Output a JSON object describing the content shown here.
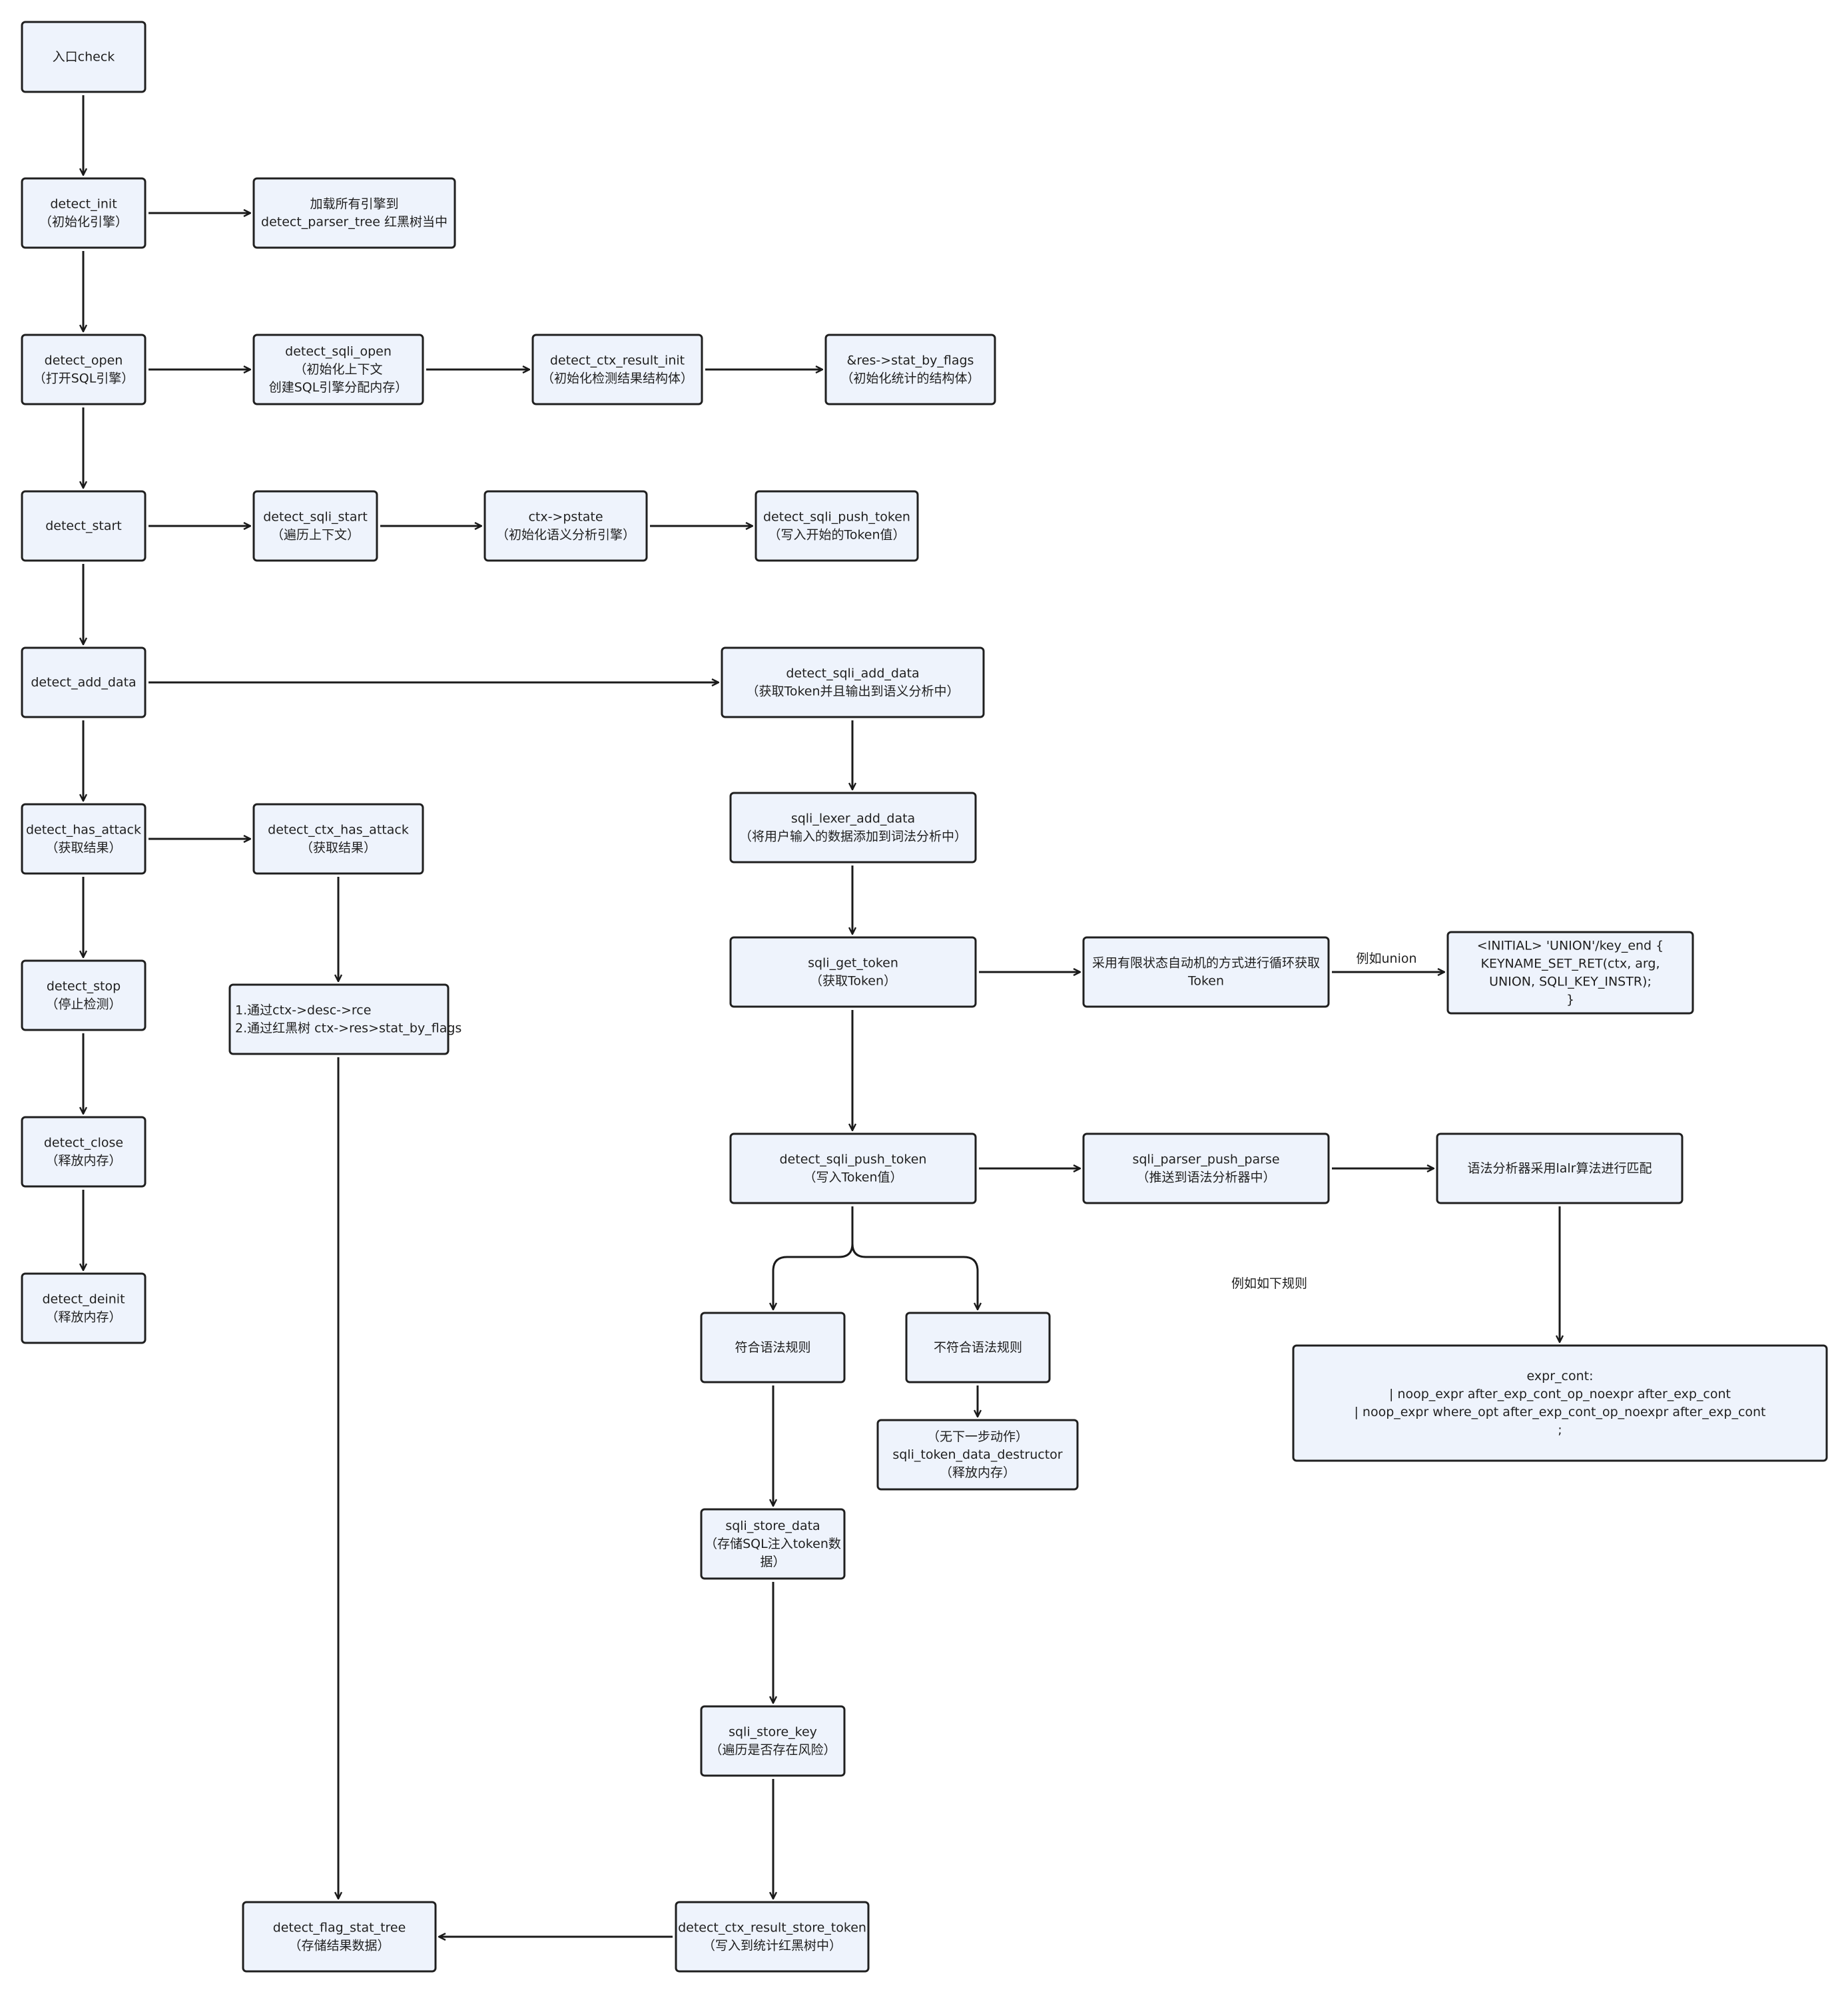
{
  "diagram": {
    "nodes": [
      {
        "id": "entry",
        "lines": [
          "入口check"
        ]
      },
      {
        "id": "init",
        "lines": [
          "detect_init",
          "（初始化引擎）"
        ]
      },
      {
        "id": "load",
        "lines": [
          "加载所有引擎到",
          "detect_parser_tree 红黑树当中"
        ]
      },
      {
        "id": "open",
        "lines": [
          "detect_open",
          "（打开SQL引擎）"
        ]
      },
      {
        "id": "sqli_open",
        "lines": [
          "detect_sqli_open",
          "（初始化上下文",
          "创建SQL引擎分配内存）"
        ]
      },
      {
        "id": "ctx_result_init",
        "lines": [
          "detect_ctx_result_init",
          "（初始化检测结果结构体）"
        ]
      },
      {
        "id": "stat_by_flags",
        "lines": [
          "&res->stat_by_flags",
          "（初始化统计的结构体）"
        ]
      },
      {
        "id": "start",
        "lines": [
          "detect_start"
        ]
      },
      {
        "id": "sqli_start",
        "lines": [
          "detect_sqli_start",
          "（遍历上下文）"
        ]
      },
      {
        "id": "pstate",
        "lines": [
          "ctx->pstate",
          "（初始化语义分析引擎）"
        ]
      },
      {
        "id": "push_token_init",
        "lines": [
          "detect_sqli_push_token",
          "（写入开始的Token值）"
        ]
      },
      {
        "id": "add_data",
        "lines": [
          "detect_add_data"
        ]
      },
      {
        "id": "sqli_add_data",
        "lines": [
          "detect_sqli_add_data",
          "（获取Token并且输出到语义分析中）"
        ]
      },
      {
        "id": "has_attack",
        "lines": [
          "detect_has_attack",
          "（获取结果）"
        ]
      },
      {
        "id": "ctx_has_attack",
        "lines": [
          "detect_ctx_has_attack",
          "（获取结果）"
        ]
      },
      {
        "id": "lexer_add",
        "lines": [
          "sqli_lexer_add_data",
          "（将用户输入的数据添加到词法分析中）"
        ]
      },
      {
        "id": "get_token",
        "lines": [
          "sqli_get_token",
          "（获取Token）"
        ]
      },
      {
        "id": "fsm",
        "lines": [
          "采用有限状态自动机的方式进行循环获取",
          "Token"
        ]
      },
      {
        "id": "union_rule",
        "lines": [
          "<INITIAL> 'UNION'/key_end {",
          "KEYNAME_SET_RET(ctx, arg,",
          "UNION, SQLI_KEY_INSTR);",
          "}"
        ]
      },
      {
        "id": "stop",
        "lines": [
          "detect_stop",
          "（停止检测）"
        ]
      },
      {
        "id": "via",
        "lines": [
          "1.通过ctx->desc->rce",
          "2.通过红黑树 ctx->res>stat_by_flags"
        ]
      },
      {
        "id": "close",
        "lines": [
          "detect_close",
          "（释放内存）"
        ]
      },
      {
        "id": "push_token",
        "lines": [
          "detect_sqli_push_token",
          "（写入Token值）"
        ]
      },
      {
        "id": "parser_push",
        "lines": [
          "sqli_parser_push_parse",
          "（推送到语法分析器中）"
        ]
      },
      {
        "id": "lalr",
        "lines": [
          "语法分析器采用lalr算法进行匹配"
        ]
      },
      {
        "id": "deinit",
        "lines": [
          "detect_deinit",
          "（释放内存）"
        ]
      },
      {
        "id": "match",
        "lines": [
          "符合语法规则"
        ]
      },
      {
        "id": "nomatch",
        "lines": [
          "不符合语法规则"
        ]
      },
      {
        "id": "expr",
        "lines": [
          "expr_cont:",
          "| noop_expr after_exp_cont_op_noexpr after_exp_cont",
          "| noop_expr where_opt after_exp_cont_op_noexpr after_exp_cont",
          ";"
        ]
      },
      {
        "id": "destructor",
        "lines": [
          "（无下一步动作）",
          "sqli_token_data_destructor",
          "（释放内存）"
        ]
      },
      {
        "id": "store_data",
        "lines": [
          "sqli_store_data",
          "（存储SQL注入token数",
          "据）"
        ]
      },
      {
        "id": "store_key",
        "lines": [
          "sqli_store_key",
          "（遍历是否存在风险）"
        ]
      },
      {
        "id": "flag_tree",
        "lines": [
          "detect_flag_stat_tree",
          "（存储结果数据）"
        ]
      },
      {
        "id": "store_token",
        "lines": [
          "detect_ctx_result_store_token",
          "（写入到统计红黑树中）"
        ]
      }
    ],
    "labels": [
      {
        "id": "union_example",
        "text": "例如union"
      },
      {
        "id": "rule_example",
        "text": "例如如下规则"
      }
    ],
    "edges": [
      [
        "entry",
        "init"
      ],
      [
        "init",
        "load"
      ],
      [
        "init",
        "open"
      ],
      [
        "open",
        "sqli_open"
      ],
      [
        "sqli_open",
        "ctx_result_init"
      ],
      [
        "ctx_result_init",
        "stat_by_flags"
      ],
      [
        "open",
        "start"
      ],
      [
        "start",
        "sqli_start"
      ],
      [
        "sqli_start",
        "pstate"
      ],
      [
        "pstate",
        "push_token_init"
      ],
      [
        "start",
        "add_data"
      ],
      [
        "add_data",
        "sqli_add_data"
      ],
      [
        "sqli_add_data",
        "lexer_add"
      ],
      [
        "lexer_add",
        "get_token"
      ],
      [
        "get_token",
        "fsm"
      ],
      [
        "fsm",
        "union_rule"
      ],
      [
        "get_token",
        "push_token"
      ],
      [
        "push_token",
        "parser_push"
      ],
      [
        "parser_push",
        "lalr"
      ],
      [
        "lalr",
        "expr"
      ],
      [
        "push_token",
        "match"
      ],
      [
        "push_token",
        "nomatch"
      ],
      [
        "nomatch",
        "destructor"
      ],
      [
        "match",
        "store_data"
      ],
      [
        "store_data",
        "store_key"
      ],
      [
        "store_key",
        "store_token"
      ],
      [
        "store_token",
        "flag_tree"
      ],
      [
        "add_data",
        "has_attack"
      ],
      [
        "has_attack",
        "ctx_has_attack"
      ],
      [
        "ctx_has_attack",
        "via"
      ],
      [
        "via",
        "flag_tree"
      ],
      [
        "has_attack",
        "stop"
      ],
      [
        "stop",
        "close"
      ],
      [
        "close",
        "deinit"
      ]
    ]
  }
}
